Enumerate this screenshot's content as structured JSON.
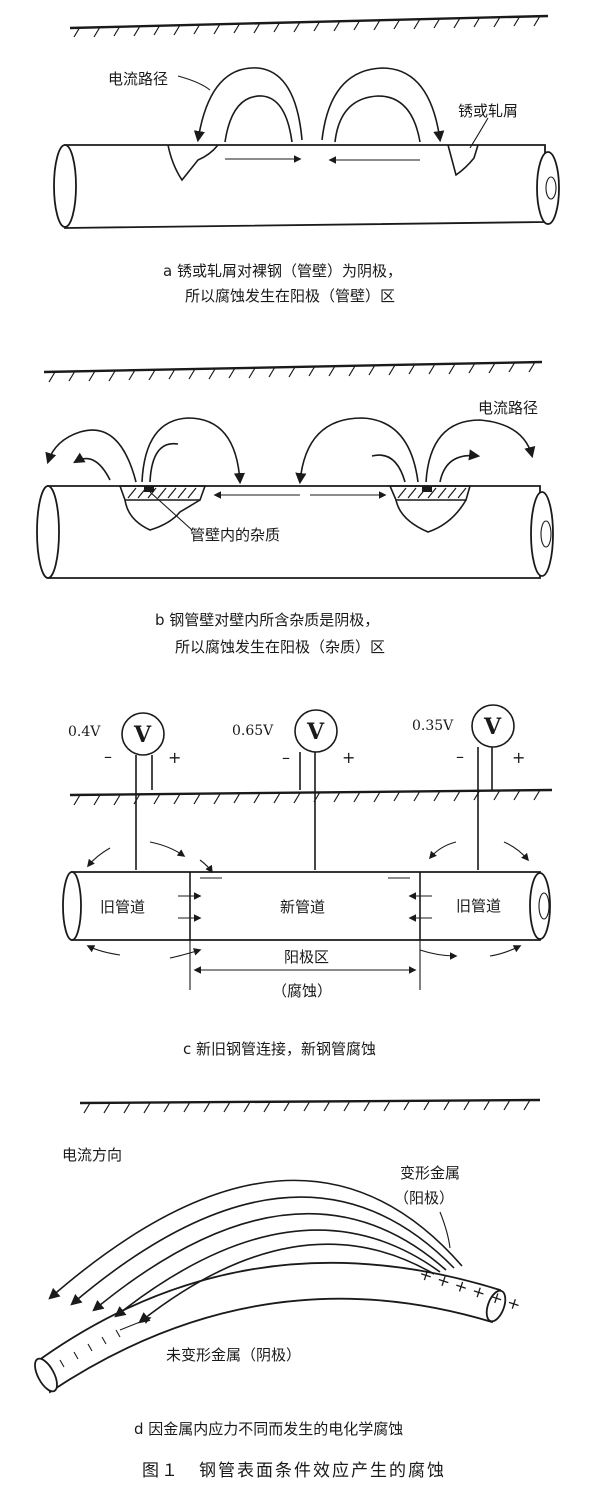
{
  "panel_a": {
    "label_current": "电流路径",
    "label_rust": "锈或轧屑",
    "caption_line1": "a 锈或轧屑对裸钢（管壁）为阴极，",
    "caption_line2": "所以腐蚀发生在阳极（管壁）区"
  },
  "panel_b": {
    "label_current": "电流路径",
    "label_impurity": "管壁内的杂质",
    "caption_line1": "b 钢管壁对壁内所含杂质是阴极，",
    "caption_line2": "所以腐蚀发生在阳极（杂质）区"
  },
  "panel_c": {
    "meters": [
      {
        "reading": "0.4V",
        "symbol": "V",
        "minus": "–",
        "plus": "+"
      },
      {
        "reading": "0.65V",
        "symbol": "V",
        "minus": "–",
        "plus": "+"
      },
      {
        "reading": "0.35V",
        "symbol": "V",
        "minus": "–",
        "plus": "+"
      }
    ],
    "old_pipe_left": "旧管道",
    "new_pipe": "新管道",
    "old_pipe_right": "旧管道",
    "anode_zone": "阳极区",
    "corrosion": "（腐蚀）",
    "caption": "c 新旧钢管连接，新钢管腐蚀"
  },
  "panel_d": {
    "label_current_dir": "电流方向",
    "label_deformed_1": "变形金属",
    "label_deformed_2": "（阳极）",
    "label_undeformed": "未变形金属（阴极）",
    "plus_marks": "+ + + + + +",
    "caption": "d 因金属内应力不同而发生的电化学腐蚀"
  },
  "figure_title": "图１　钢管表面条件效应产生的腐蚀"
}
